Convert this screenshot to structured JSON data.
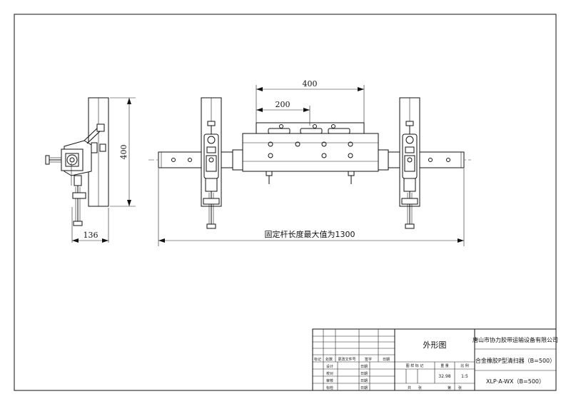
{
  "dimensions": {
    "width_400_top": "400",
    "width_200": "200",
    "height_400": "400",
    "side_136": "136",
    "rod_length": "固定杆长度最大值为1300"
  },
  "title_block": {
    "company": "唐山市协力胶带运输设备有限公司",
    "drawing_view": "外形图",
    "product_name": "合金橡胶P型清扫器（B=500）",
    "drawing_code": "XLP·A-WX（B=500）",
    "headers": [
      "图 样 标 记",
      "重 量",
      "比 例"
    ],
    "weight": "32.98",
    "scale": "1:5",
    "sheet_total": "共　　张",
    "sheet_no": "第　　张",
    "rev_labels": [
      "标记",
      "处数",
      "更改文件号",
      "签字",
      "日期"
    ],
    "role_labels": [
      "设计",
      "校对",
      "审核",
      "标检"
    ],
    "date_label": "日期"
  }
}
